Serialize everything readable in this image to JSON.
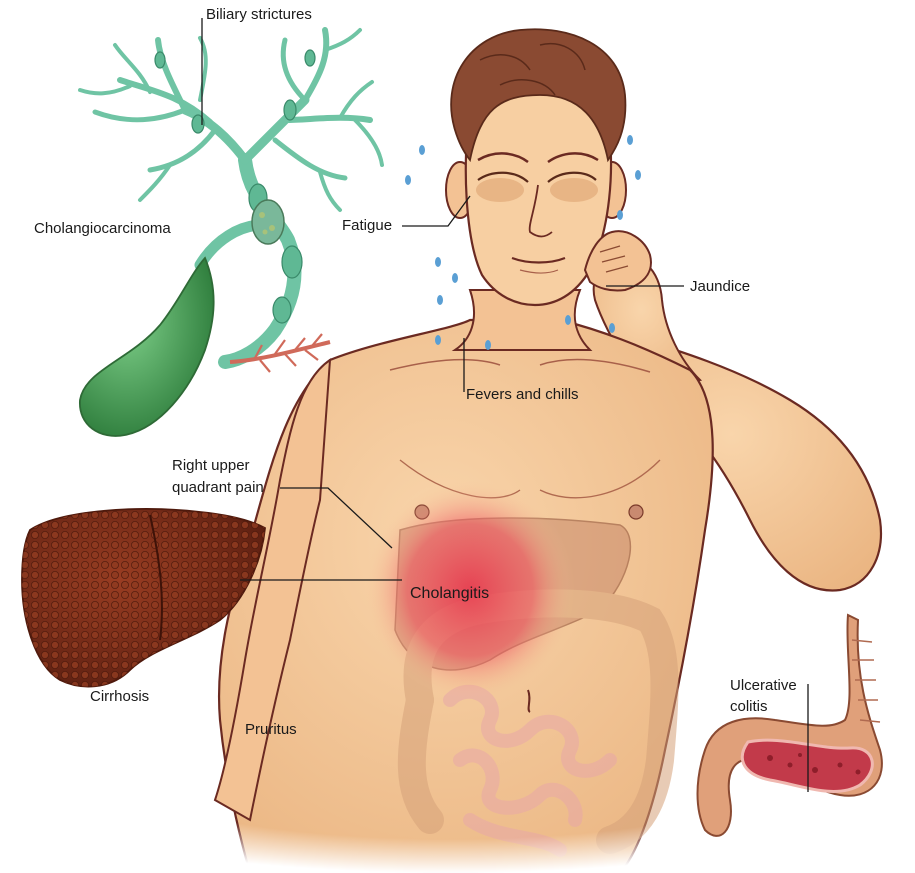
{
  "labels": {
    "biliary_strictures": "Biliary strictures",
    "cholangiocarcinoma": "Cholangiocarcinoma",
    "fatigue": "Fatigue",
    "jaundice": "Jaundice",
    "fevers_and_chills": "Fevers and chills",
    "ruq_pain_line1": "Right upper",
    "ruq_pain_line2": "quadrant pain",
    "cholangitis": "Cholangitis",
    "cirrhosis": "Cirrhosis",
    "pruritus": "Pruritus",
    "ulcerative_colitis_line1": "Ulcerative",
    "ulcerative_colitis_line2": "colitis"
  },
  "colors": {
    "skin": "#f5c99a",
    "skin_outline": "#6b2a22",
    "hair": "#8a4a32",
    "bile_duct": "#6fc4a4",
    "gallbladder": "#3d9b48",
    "liver": "#7a2a18",
    "inflammation": "#e8304a",
    "colon": "#d98a6a",
    "colon_mucosa": "#c23a4a",
    "sweat": "#5a9fd4",
    "leader_line": "#1a1a1a"
  }
}
